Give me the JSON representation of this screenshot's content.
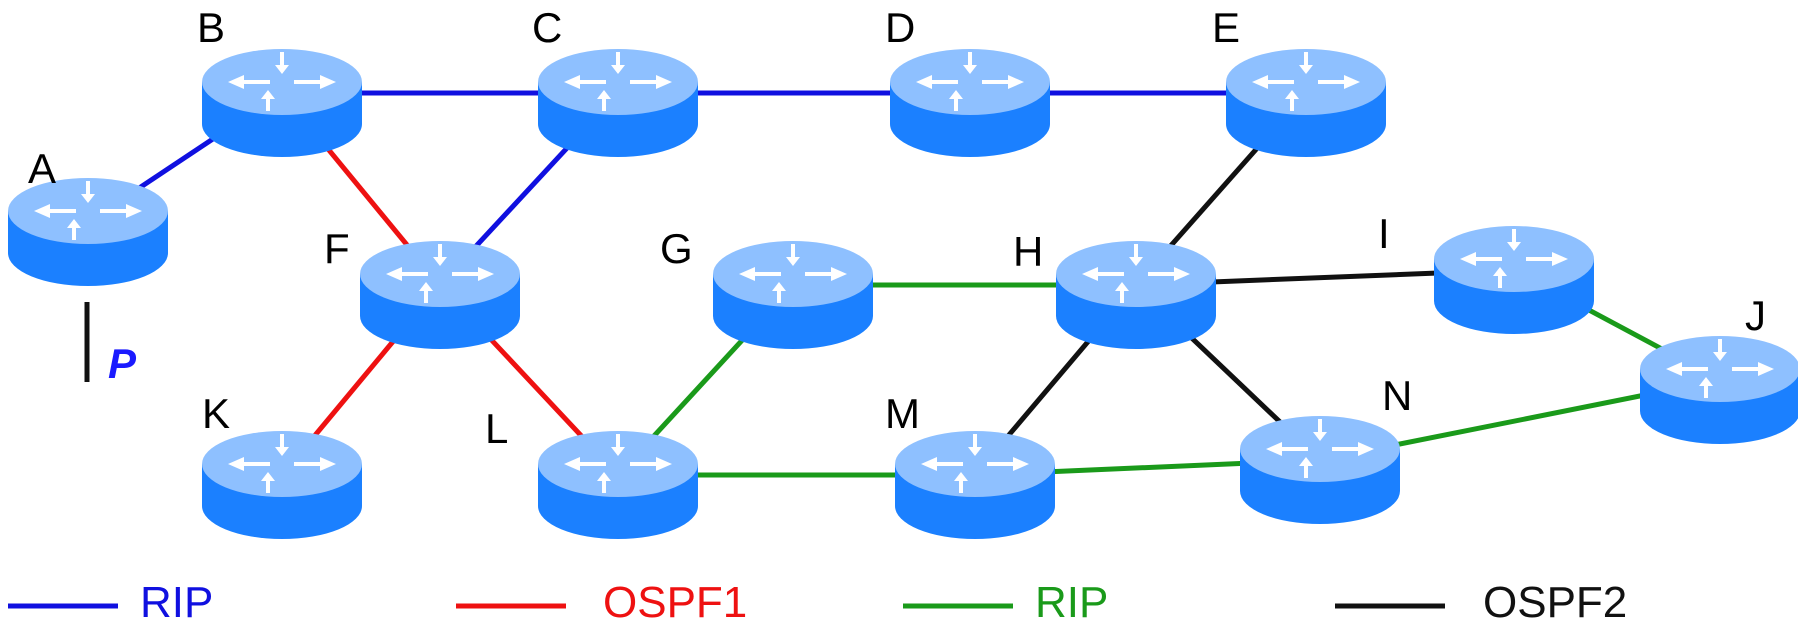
{
  "network": {
    "routers": [
      {
        "id": "A",
        "label": "A"
      },
      {
        "id": "B",
        "label": "B"
      },
      {
        "id": "C",
        "label": "C"
      },
      {
        "id": "D",
        "label": "D"
      },
      {
        "id": "E",
        "label": "E"
      },
      {
        "id": "F",
        "label": "F"
      },
      {
        "id": "G",
        "label": "G"
      },
      {
        "id": "H",
        "label": "H"
      },
      {
        "id": "I",
        "label": "I"
      },
      {
        "id": "J",
        "label": "J"
      },
      {
        "id": "K",
        "label": "K"
      },
      {
        "id": "L",
        "label": "L"
      },
      {
        "id": "M",
        "label": "M"
      },
      {
        "id": "N",
        "label": "N"
      }
    ],
    "links": [
      {
        "from": "A",
        "to": "B",
        "protocol": "rip1"
      },
      {
        "from": "B",
        "to": "C",
        "protocol": "rip1"
      },
      {
        "from": "C",
        "to": "D",
        "protocol": "rip1"
      },
      {
        "from": "D",
        "to": "E",
        "protocol": "rip1"
      },
      {
        "from": "C",
        "to": "F",
        "protocol": "rip1"
      },
      {
        "from": "B",
        "to": "F",
        "protocol": "ospf1"
      },
      {
        "from": "F",
        "to": "K",
        "protocol": "ospf1"
      },
      {
        "from": "F",
        "to": "L",
        "protocol": "ospf1"
      },
      {
        "from": "L",
        "to": "G",
        "protocol": "rip2"
      },
      {
        "from": "G",
        "to": "H",
        "protocol": "rip2"
      },
      {
        "from": "L",
        "to": "M",
        "protocol": "rip2"
      },
      {
        "from": "M",
        "to": "N",
        "protocol": "rip2"
      },
      {
        "from": "N",
        "to": "J",
        "protocol": "rip2"
      },
      {
        "from": "I",
        "to": "J",
        "protocol": "rip2"
      },
      {
        "from": "E",
        "to": "H",
        "protocol": "ospf2"
      },
      {
        "from": "H",
        "to": "I",
        "protocol": "ospf2"
      },
      {
        "from": "H",
        "to": "M",
        "protocol": "ospf2"
      },
      {
        "from": "H",
        "to": "N",
        "protocol": "ospf2"
      }
    ],
    "stub": {
      "router": "A",
      "label": "P",
      "color": "#1a1aff"
    }
  },
  "legend": [
    {
      "protocol": "rip1",
      "label": "RIP",
      "color": "#1010e0"
    },
    {
      "protocol": "ospf1",
      "label": "OSPF1",
      "color": "#ee1111"
    },
    {
      "protocol": "rip2",
      "label": "RIP",
      "color": "#1a9a1a"
    },
    {
      "protocol": "ospf2",
      "label": "OSPF2",
      "color": "#111111"
    }
  ],
  "router_colors": {
    "body": "#1b80ff",
    "top": "#8ec0ff",
    "arrow": "#ffffff"
  }
}
